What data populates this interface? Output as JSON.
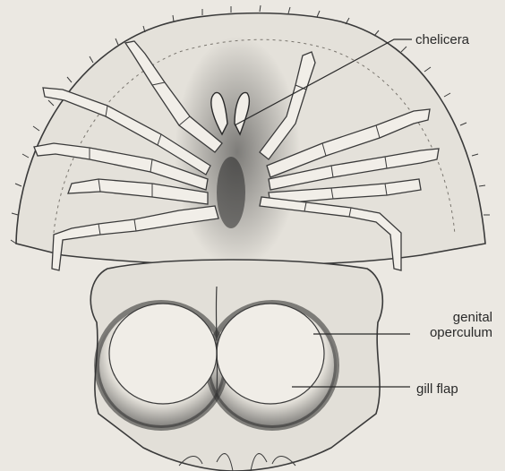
{
  "labels": {
    "chelicera": "chelicera",
    "genital_line1": "genital",
    "genital_line2": "operculum",
    "gill_flap": "gill flap"
  },
  "colors": {
    "paper": "#ebe8e2",
    "ink": "#2a2a2a",
    "shade": "#6e6a63"
  }
}
